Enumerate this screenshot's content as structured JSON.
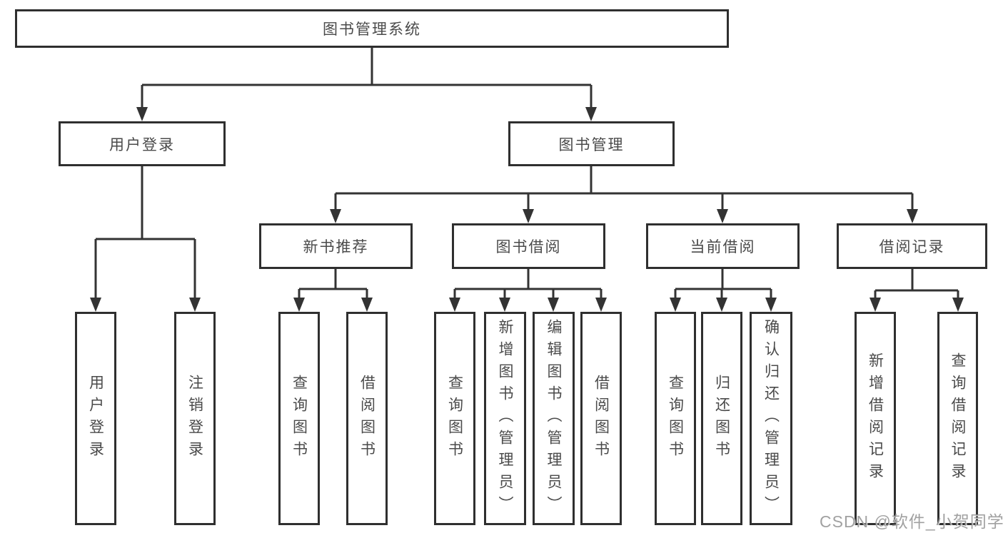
{
  "nodes": {
    "root": "图书管理系统",
    "user_login": "用户登录",
    "book_management": "图书管理",
    "new_book_recommend": "新书推荐",
    "book_borrowing": "图书借阅",
    "current_borrowing": "当前借阅",
    "borrowing_records": "借阅记录",
    "leaf_user_login": "用户登录",
    "leaf_logout_login": "注销登录",
    "leaf_nb_query_books": "查询图书",
    "leaf_nb_borrow_books": "借阅图书",
    "leaf_bb_query_books": "查询图书",
    "leaf_bb_add_books": "新增图书（管理员）",
    "leaf_bb_edit_books": "编辑图书（管理员）",
    "leaf_bb_borrow_books": "借阅图书",
    "leaf_cb_query_books": "查询图书",
    "leaf_cb_return_books": "归还图书",
    "leaf_cb_confirm_return": "确认归还（管理员）",
    "leaf_br_add_record": "新增借阅记录",
    "leaf_br_query_record": "查询借阅记录"
  },
  "watermark": "CSDN @软件_小贺同学",
  "colors": {
    "line": "#333333",
    "box_border": "#2f2f2f",
    "text": "#4a4a4a",
    "background": "#ffffff",
    "watermark": "#919191"
  }
}
